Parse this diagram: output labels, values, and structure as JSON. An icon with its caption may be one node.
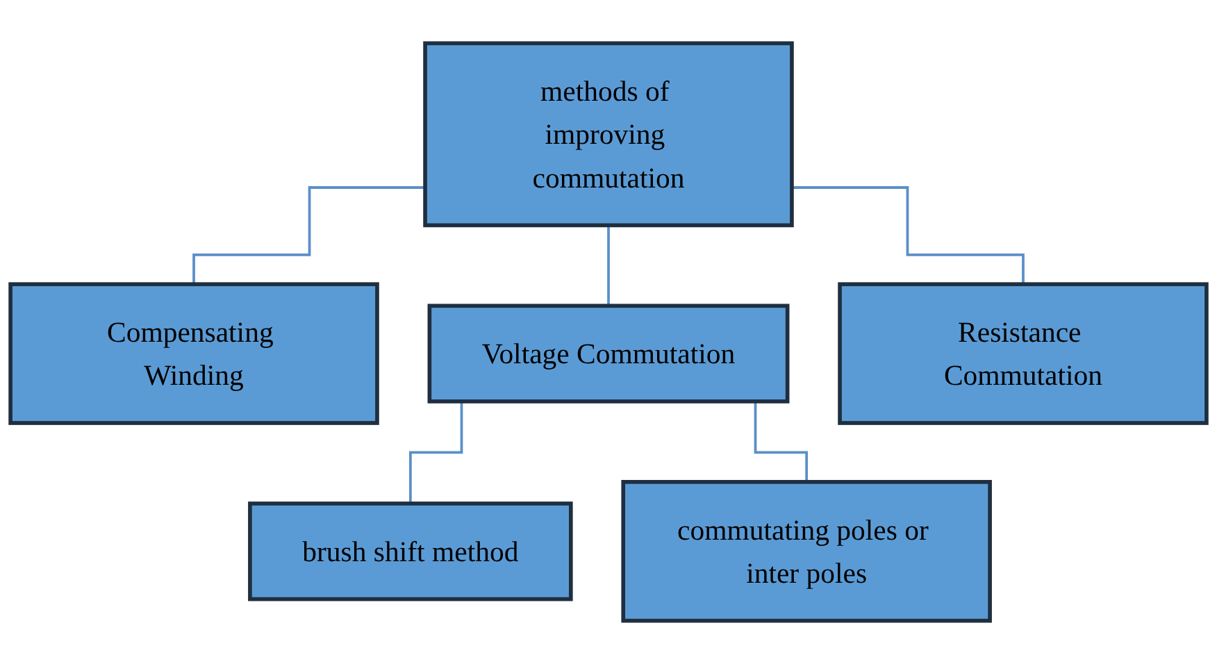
{
  "diagram": {
    "nodes": [
      {
        "text": [
          "methods of improving commutation"
        ]
      },
      {
        "text": [
          "Compensating Winding"
        ]
      },
      {
        "text": [
          "Voltage Commutation"
        ]
      },
      {
        "text": [
          "Resistance Commutation"
        ]
      },
      {
        "text": [
          "brush shift method"
        ]
      },
      {
        "text": [
          "commutating poles or inter poles"
        ]
      }
    ],
    "edges": [
      {
        "from": 0,
        "to": 1,
        "arrow": "none"
      },
      {
        "from": 0,
        "to": 2,
        "arrow": "none"
      },
      {
        "from": 0,
        "to": 3,
        "arrow": "none"
      },
      {
        "from": 2,
        "to": 4,
        "arrow": "none"
      },
      {
        "from": 2,
        "to": 5,
        "arrow": "none"
      }
    ]
  }
}
